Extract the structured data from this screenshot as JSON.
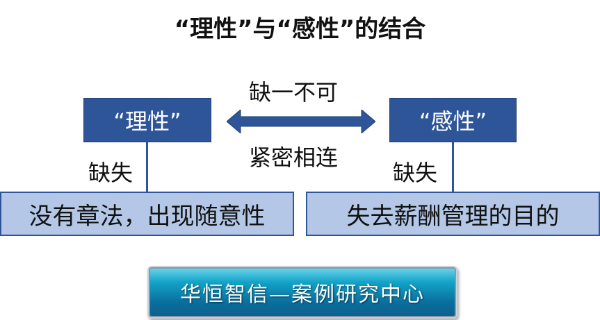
{
  "title": "“理性”与“感性”的结合",
  "left": {
    "box_label": "“理性”",
    "connector_label": "缺失",
    "result": "没有章法，出现随意性"
  },
  "right": {
    "box_label": "“感性”",
    "connector_label": "缺失",
    "result": "失去薪酬管理的目的"
  },
  "relation": {
    "top_label": "缺一不可",
    "bottom_label": "紧密相连"
  },
  "banner": {
    "text": "华恒智信—案例研究中心"
  },
  "colors": {
    "dark_box": "#2e5597",
    "light_box": "#b4c7e7",
    "arrow": "#2e5597",
    "banner": "#0a6f9e"
  }
}
